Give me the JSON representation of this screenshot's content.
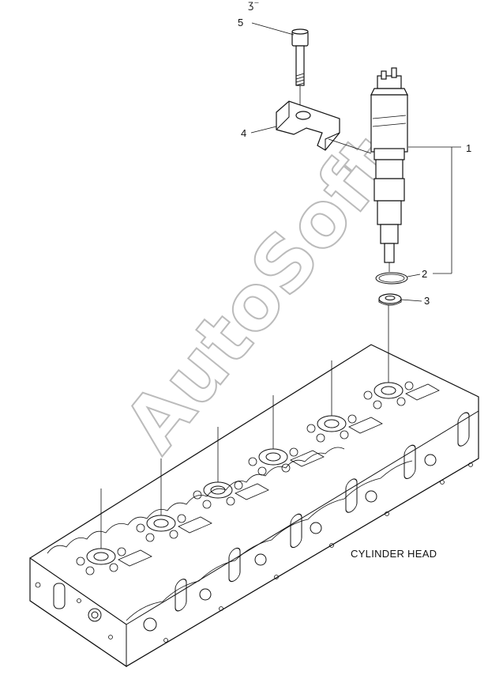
{
  "drawing": {
    "top_mark": "ʒ⁻",
    "caption": "CYLINDER HEAD",
    "watermark": "AutoSoft",
    "callouts": [
      {
        "num": "1",
        "part": "injector"
      },
      {
        "num": "2",
        "part": "o-ring"
      },
      {
        "num": "3",
        "part": "washer"
      },
      {
        "num": "4",
        "part": "clamp"
      },
      {
        "num": "5",
        "part": "bolt"
      }
    ]
  }
}
